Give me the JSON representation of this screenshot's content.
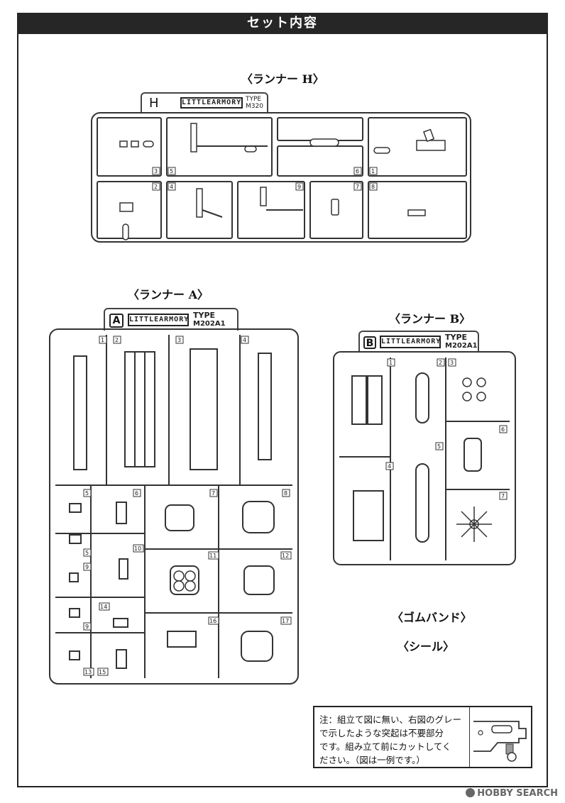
{
  "header": {
    "title": "セット内容"
  },
  "runner_h": {
    "title": "〈ランナー H〉",
    "letter": "H",
    "logo": "LITTLEARMORY",
    "type_label": "TYPE",
    "type_code": "M320",
    "part_numbers": [
      "3",
      "5",
      "6",
      "1",
      "2",
      "4",
      "9",
      "7",
      "8"
    ]
  },
  "runner_a": {
    "title": "〈ランナー A〉",
    "letter": "A",
    "logo": "LITTLEARMORY",
    "type_label": "TYPE",
    "type_code": "M202A1",
    "part_numbers": [
      "1",
      "2",
      "3",
      "4",
      "5",
      "6",
      "7",
      "8",
      "5",
      "10",
      "11",
      "12",
      "9",
      "14",
      "9",
      "16",
      "17",
      "13",
      "15"
    ]
  },
  "runner_b": {
    "title": "〈ランナー B〉",
    "letter": "B",
    "logo": "LITTLEARMORY",
    "type_label": "TYPE",
    "type_code": "M202A1",
    "part_numbers": [
      "1",
      "2",
      "3",
      "6",
      "5",
      "4",
      "7"
    ]
  },
  "other_items": {
    "rubber_band": "〈ゴムバンド〉",
    "sticker": "〈シール〉"
  },
  "note": {
    "lines": [
      "注：組立て図に無い、右図のグレー",
      "で示したような突起は不要部分",
      "です。組み立て前にカットしてく",
      "ださい。（図は一例です。）"
    ]
  },
  "watermark": {
    "text": "HOBBY SEARCH"
  },
  "colors": {
    "header_bg": "#262626",
    "line": "#333333",
    "gray": "#9a9a9a"
  }
}
